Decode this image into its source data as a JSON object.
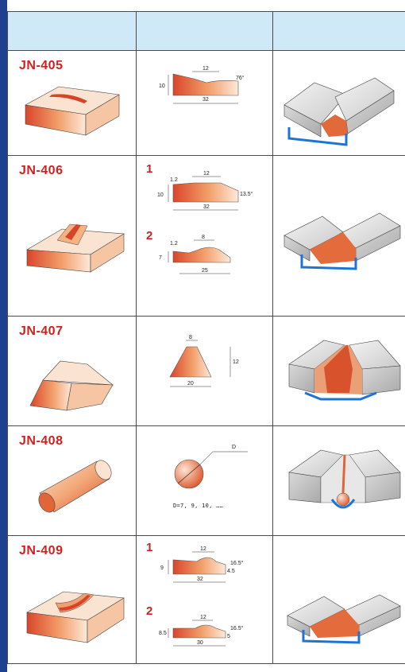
{
  "table": {
    "header": [
      "",
      "",
      ""
    ],
    "rows": [
      {
        "code": "JN-405",
        "profiles": [
          {
            "label": "",
            "dims": {
              "top": "12",
              "height": "10",
              "angle": "76°",
              "length": "32"
            }
          }
        ]
      },
      {
        "code": "JN-406",
        "profiles": [
          {
            "label": "1",
            "dims": {
              "step": "1.2",
              "top": "12",
              "height": "10",
              "angle": "13.5°",
              "length": "32"
            }
          },
          {
            "label": "2",
            "dims": {
              "step": "1.2",
              "top": "8",
              "height": "7",
              "length": "25"
            }
          }
        ]
      },
      {
        "code": "JN-407",
        "profiles": [
          {
            "label": "",
            "dims": {
              "top": "8",
              "height": "12",
              "base": "20"
            }
          }
        ]
      },
      {
        "code": "JN-408",
        "profiles": [
          {
            "label": "",
            "dims": {
              "diameter": "D",
              "values": "D=7, 9, 10, ……"
            }
          }
        ]
      },
      {
        "code": "JN-409",
        "profiles": [
          {
            "label": "1",
            "dims": {
              "top": "12",
              "height": "9",
              "angle": "16.5°",
              "side": "4.5",
              "length": "32"
            }
          },
          {
            "label": "2",
            "dims": {
              "top": "12",
              "height": "8.5",
              "angle": "16.5°",
              "side": "5",
              "length": "30"
            }
          }
        ]
      }
    ]
  }
}
